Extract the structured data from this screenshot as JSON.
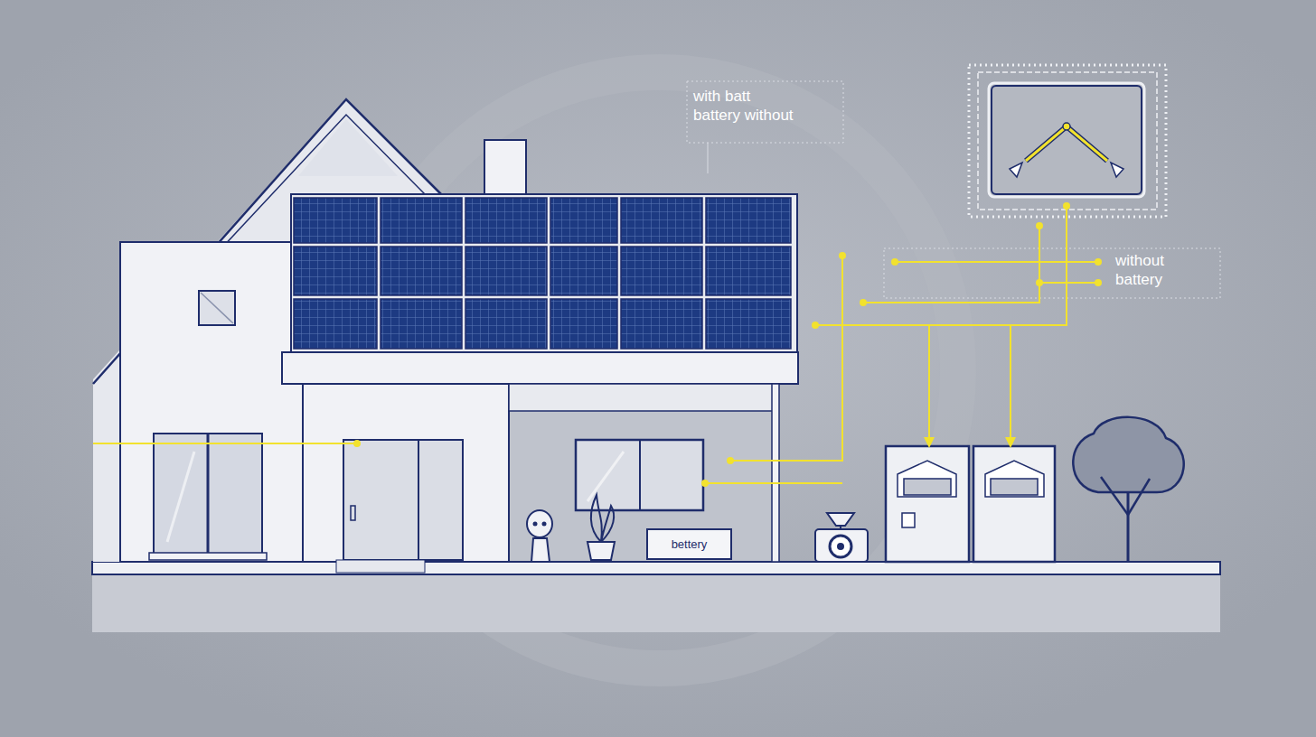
{
  "diagram": {
    "nodes": [
      {
        "text": [
          "bettery"
        ]
      }
    ],
    "labels": [
      "with batt battery without",
      "without battery"
    ]
  }
}
